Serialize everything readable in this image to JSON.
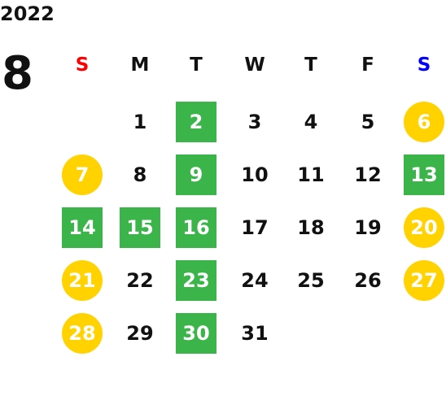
{
  "calendar": {
    "year": "2022",
    "month": "8",
    "weekdays": [
      {
        "label": "S",
        "color": "#ff0000"
      },
      {
        "label": "M",
        "color": "#111111"
      },
      {
        "label": "T",
        "color": "#111111"
      },
      {
        "label": "W",
        "color": "#111111"
      },
      {
        "label": "T",
        "color": "#111111"
      },
      {
        "label": "F",
        "color": "#111111"
      },
      {
        "label": "S",
        "color": "#0000ff"
      }
    ],
    "first_weekday_index": 1,
    "days_in_month": 31,
    "highlights": {
      "green": [
        2,
        9,
        13,
        14,
        15,
        16,
        23,
        30
      ],
      "yellow": [
        6,
        7,
        20,
        21,
        27,
        28
      ]
    },
    "colors": {
      "green": "#3bb54a",
      "yellow": "#ffd200"
    }
  }
}
